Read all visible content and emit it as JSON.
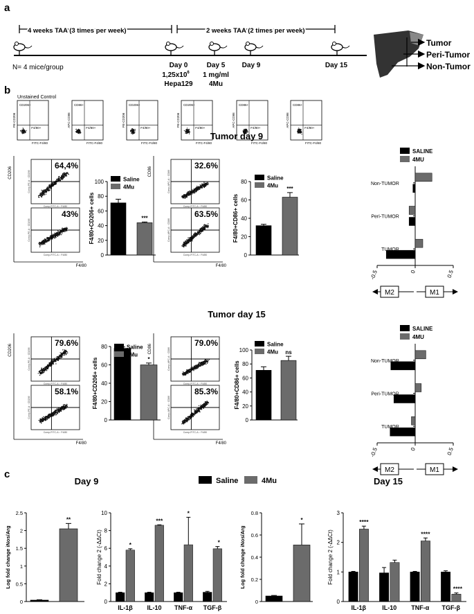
{
  "panel_labels": {
    "a": "a",
    "b": "b",
    "c": "c"
  },
  "timeline": {
    "span1": "4 weeks TAA (3 times per week)",
    "span2": "2 weeks TAA (2 times per week)",
    "mice": "N= 4 mice/group",
    "day0": "Day 0",
    "day0_dose": "1,25x10",
    "day0_exp": "6",
    "day0_cells": "Hepa129",
    "day5": "Day 5",
    "day5_dose": "1 mg/ml",
    "day5_drug": "4Mu",
    "day9": "Day 9",
    "day15": "Day 15",
    "liver_labels": [
      "Tumor",
      "Peri-Tumor",
      "Non-Tumor"
    ]
  },
  "unstained": {
    "title": "Unstained Control",
    "plots": [
      {
        "y": "PE-CD206",
        "x": "FITC-F4/80",
        "q": "CD206+",
        "r": "F4/80+"
      },
      {
        "y": "APC-CD86",
        "x": "FITC-F4/80",
        "q": "CD86+",
        "r": "F4/80+"
      },
      {
        "y": "PE-CD206",
        "x": "FITC-F4/80",
        "q": "CD206+",
        "r": "F4/80+"
      },
      {
        "y": "PE-CD206",
        "x": "FITC-F4/80",
        "q": "CD206+",
        "r": "F4/80+"
      },
      {
        "y": "APC-CD86",
        "x": "FITC-F4/80",
        "q": "CD86+",
        "r": "F4/80+"
      },
      {
        "y": "APC-CD86",
        "x": "FITC-F4/80",
        "q": "CD86+",
        "r": "F4/80+"
      }
    ]
  },
  "day9_section": {
    "title": "Tumor day 9",
    "cd206_ylabel": "CD206",
    "cd86_ylabel": "CD86",
    "xlabel": "F4/80",
    "pct_cd206_saline": "64,4%",
    "pct_cd206_4mu": "43%",
    "pct_cd86_saline": "32.6%",
    "pct_cd86_4mu": "63.5%",
    "inner_x": "Comp-FITC-A :: F4/80",
    "inner_y_cd206": "Comp-PE-A :: CD206",
    "inner_y_cd86": "Comp-APC-A :: CD86"
  },
  "day15_section": {
    "title": "Tumor day 15",
    "cd206_ylabel": "CD206",
    "cd86_ylabel": "CD86",
    "xlabel": "F4/80",
    "pct_cd206_saline": "79.6%",
    "pct_cd206_4mu": "58.1%",
    "pct_cd86_saline": "79.0%",
    "pct_cd86_4mu": "85.3%",
    "inner_x": "Comp-FITC-A :: F4/80",
    "inner_y_cd206": "Comp-PE-A :: CD206",
    "inner_y_cd86": "Comp-APC-A :: CD86"
  },
  "chart_data": [
    {
      "id": "d9_cd206",
      "type": "bar",
      "categories": [
        "Saline",
        "4Mu"
      ],
      "values": [
        71,
        44
      ],
      "errors": [
        5,
        1
      ],
      "ylabel": "F4/80+CD206+ cells",
      "ylim": [
        0,
        100
      ],
      "yticks": [
        0,
        20,
        40,
        60,
        80,
        100
      ],
      "legend": [
        "Saline",
        "4Mu"
      ],
      "sig": [
        {
          "index": 1,
          "text": "***"
        }
      ]
    },
    {
      "id": "d9_cd86",
      "type": "bar",
      "categories": [
        "Saline",
        "4Mu"
      ],
      "values": [
        32,
        63
      ],
      "errors": [
        1.5,
        5
      ],
      "ylabel": "F4/80+CD86+ cells",
      "ylim": [
        0,
        80
      ],
      "yticks": [
        0,
        20,
        40,
        60,
        80
      ],
      "legend": [
        "Saline",
        "4Mu"
      ],
      "sig": [
        {
          "index": 1,
          "text": "***"
        }
      ]
    },
    {
      "id": "d9_m1m2",
      "type": "hbar",
      "categories": [
        "TUMOR",
        "Peri-TUMOR",
        "Non-TUMOR"
      ],
      "series": [
        {
          "name": "SALINE",
          "values": [
            -0.38,
            -0.08,
            -0.03
          ]
        },
        {
          "name": "4MU",
          "values": [
            0.1,
            -0.08,
            0.22
          ]
        }
      ],
      "xlim": [
        -0.5,
        0.5
      ],
      "xticks": [
        -0.5,
        0.0,
        0.5
      ],
      "legend": [
        "SALINE",
        "4MU"
      ],
      "arrows": [
        "M2",
        "M1"
      ]
    },
    {
      "id": "d15_cd206",
      "type": "bar",
      "categories": [
        "Saline",
        "4Mu"
      ],
      "values": [
        78,
        60
      ],
      "errors": [
        1.5,
        2
      ],
      "ylabel": "F4/80+CD206+ cells",
      "ylim": [
        0,
        80
      ],
      "yticks": [
        0,
        20,
        40,
        60,
        80
      ],
      "legend": [
        "Saline",
        "4Mu"
      ],
      "sig": [
        {
          "index": 1,
          "text": "*"
        }
      ]
    },
    {
      "id": "d15_cd86",
      "type": "bar",
      "categories": [
        "Saline",
        "4Mu"
      ],
      "values": [
        71,
        85
      ],
      "errors": [
        5,
        6
      ],
      "ylabel": "F4/80+CD86+ cells",
      "ylim": [
        0,
        100
      ],
      "yticks": [
        0,
        20,
        40,
        60,
        80,
        100
      ],
      "legend": [
        "Saline",
        "4Mu"
      ],
      "sig": [
        {
          "index": 1,
          "text": "ns"
        }
      ]
    },
    {
      "id": "d15_m1m2",
      "type": "hbar",
      "categories": [
        "TUMOR",
        "Peri-TUMOR",
        "Non-TUMOR"
      ],
      "series": [
        {
          "name": "SALINE",
          "values": [
            -0.33,
            -0.28,
            -0.32
          ]
        },
        {
          "name": "4MU",
          "values": [
            -0.05,
            0.08,
            0.14
          ]
        }
      ],
      "xlim": [
        -0.5,
        0.5
      ],
      "xticks": [
        -0.5,
        0.0,
        0.5
      ],
      "legend": [
        "SALINE",
        "4MU"
      ],
      "arrows": [
        "M2",
        "M1"
      ]
    },
    {
      "id": "c_d9_ratio",
      "type": "bar",
      "categories": [
        "Saline",
        "4Mu"
      ],
      "values": [
        0.04,
        2.05
      ],
      "errors": [
        0.01,
        0.15
      ],
      "ylabel": "Log fold change iNos/Arg",
      "ylim": [
        0,
        2.5
      ],
      "yticks": [
        0.0,
        0.5,
        1.0,
        1.5,
        2.0,
        2.5
      ],
      "sig": [
        {
          "index": 1,
          "text": "**"
        }
      ]
    },
    {
      "id": "c_d9_cyt",
      "type": "grouped_bar",
      "categories": [
        "IL-1β",
        "IL-10",
        "TNF-α",
        "TGF-β"
      ],
      "series": [
        {
          "name": "Saline",
          "values": [
            1,
            1,
            1,
            1.05
          ],
          "errors": [
            0.05,
            0.05,
            0.05,
            0.1
          ]
        },
        {
          "name": "4Mu",
          "values": [
            5.8,
            8.6,
            6.4,
            5.95
          ],
          "errors": [
            0.15,
            0.05,
            3.1,
            0.25
          ]
        }
      ],
      "ylabel": "Fold change 2 (-ΔΔCt)",
      "ylim": [
        0,
        10
      ],
      "yticks": [
        0,
        2,
        4,
        6,
        8,
        10
      ],
      "sig": [
        {
          "index": 0,
          "text": "*"
        },
        {
          "index": 1,
          "text": "***"
        },
        {
          "index": 2,
          "text": "*"
        },
        {
          "index": 3,
          "text": "*"
        }
      ]
    },
    {
      "id": "c_d15_ratio",
      "type": "bar",
      "categories": [
        "Saline",
        "4Mu"
      ],
      "values": [
        0.05,
        0.51
      ],
      "errors": [
        0.005,
        0.19
      ],
      "ylabel": "Log fold change iNos/Arg",
      "ylim": [
        0,
        0.8
      ],
      "yticks": [
        0.0,
        0.2,
        0.4,
        0.6,
        0.8
      ],
      "sig": [
        {
          "index": 1,
          "text": "*"
        }
      ]
    },
    {
      "id": "c_d15_cyt",
      "type": "grouped_bar",
      "categories": [
        "IL-1β",
        "IL-10",
        "TNF-α",
        "TGF-β"
      ],
      "series": [
        {
          "name": "Saline",
          "values": [
            1,
            0.97,
            1,
            1
          ],
          "errors": [
            0.02,
            0.18,
            0.02,
            0.04
          ]
        },
        {
          "name": "4Mu",
          "values": [
            2.45,
            1.32,
            2.05,
            0.25
          ],
          "errors": [
            0.1,
            0.08,
            0.1,
            0.04
          ]
        }
      ],
      "ylabel": "Fold change 2 (-ΔΔCt)",
      "ylim": [
        0,
        3
      ],
      "yticks": [
        0,
        1,
        2,
        3
      ],
      "sig": [
        {
          "index": 1,
          "text": "****"
        },
        {
          "index": 5,
          "text": "****"
        },
        {
          "index": 7,
          "text": "****"
        }
      ]
    }
  ],
  "panel_c": {
    "day9_title": "Day 9",
    "day15_title": "Day 15",
    "legend": [
      "Saline",
      "4Mu"
    ]
  },
  "colors": {
    "saline": "#000000",
    "mu4": "#6b6b6b"
  }
}
